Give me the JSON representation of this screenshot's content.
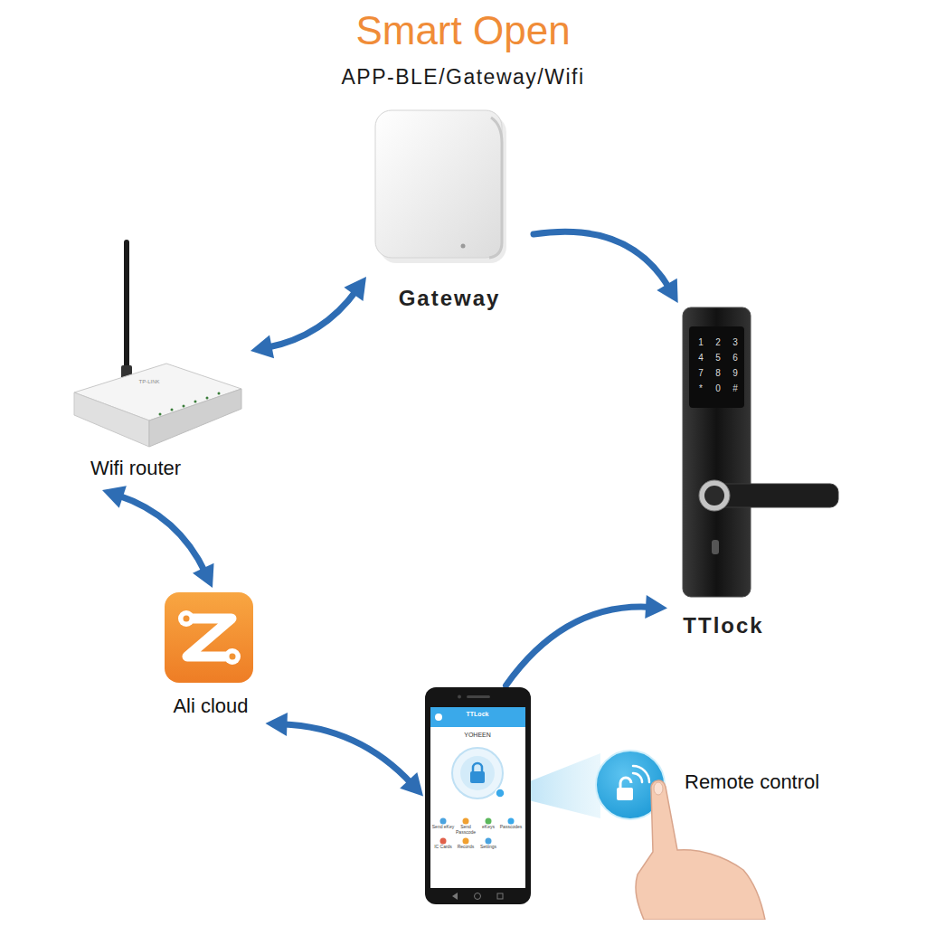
{
  "diagram": {
    "title": "Smart Open",
    "nodes": [
      {
        "text": [
          "Gateway"
        ]
      },
      {
        "text": [
          "Wifi router"
        ]
      },
      {
        "text": [
          "TTlock"
        ]
      },
      {
        "text": [
          "Ali cloud"
        ]
      },
      {
        "text": [
          "TTLock",
          "YOHEEN"
        ]
      },
      {
        "text": [
          "Remote control"
        ]
      }
    ],
    "edges": [
      {
        "from": 1,
        "to": 0,
        "arrow": "both"
      },
      {
        "from": 1,
        "to": 3,
        "arrow": "both"
      },
      {
        "from": 3,
        "to": 4,
        "arrow": "both"
      },
      {
        "from": 0,
        "to": 2,
        "arrow": "to"
      },
      {
        "from": 4,
        "to": 2,
        "arrow": "to"
      }
    ],
    "labels": [
      "APP-BLE/Gateway/Wifi",
      "TP-LINK",
      "1",
      "2",
      "3",
      "4",
      "5",
      "6",
      "7",
      "8",
      "9",
      "*",
      "0",
      "#",
      "Send eKey",
      "Send Passcode",
      "eKeys",
      "Passcodes",
      "IC Cards",
      "Records",
      "Settings"
    ]
  }
}
